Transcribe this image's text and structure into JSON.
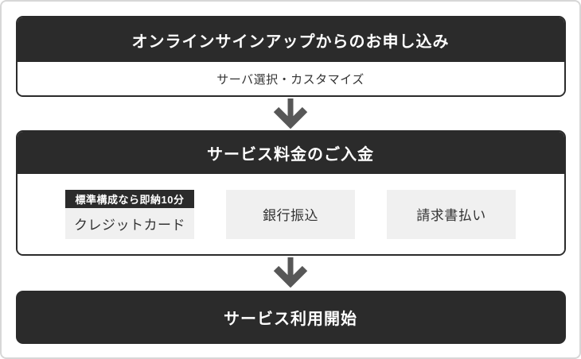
{
  "colors": {
    "dark": "#2b2b2b",
    "option_bg": "#f0f0f0",
    "arrow": "#575757",
    "frame_border": "#d7d7d7",
    "page_bg": "#ffffff",
    "text_light": "#ffffff",
    "text_dark": "#333333"
  },
  "flow": {
    "step1": {
      "title": "オンラインサインアップからのお申し込み",
      "body": "サーバ選択・カスタマイズ"
    },
    "step2": {
      "title": "サービス料金のご入金",
      "options": [
        {
          "badge": "標準構成なら即納10分",
          "label": "クレジットカード"
        },
        {
          "label": "銀行振込"
        },
        {
          "label": "請求書払い"
        }
      ]
    },
    "step3": {
      "title": "サービス利用開始"
    }
  }
}
